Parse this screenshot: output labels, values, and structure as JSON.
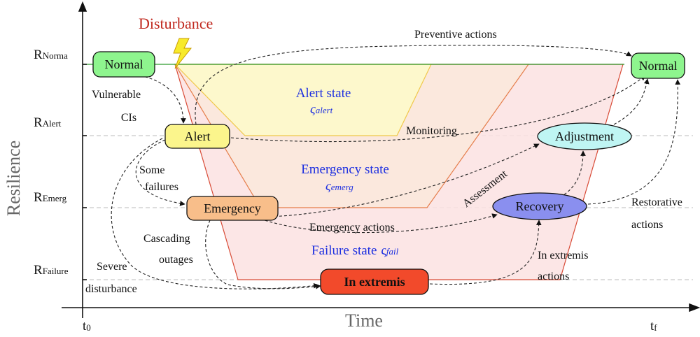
{
  "axes": {
    "y_title": "Resilience",
    "x_title": "Time",
    "t0": {
      "main": "t",
      "sub": "0"
    },
    "tf": {
      "main": "t",
      "sub": "f"
    }
  },
  "levels": [
    {
      "main": "R",
      "sub": "Norma"
    },
    {
      "main": "R",
      "sub": "Alert"
    },
    {
      "main": "R",
      "sub": "Emerg"
    },
    {
      "main": "R",
      "sub": "Failure"
    }
  ],
  "disturbance": "Disturbance",
  "states": {
    "alert": {
      "name": "Alert state",
      "symbol": "ς",
      "sub": "alert"
    },
    "emergency": {
      "name": "Emergency state",
      "symbol": "ς",
      "sub": "emerg"
    },
    "failure": {
      "name": "Failure  state",
      "symbol": "ς",
      "sub": "fail"
    }
  },
  "nodes": {
    "normal_left": "Normal",
    "normal_right": "Normal",
    "alert": "Alert",
    "emergency": "Emergency",
    "in_extremis": "In extremis",
    "adjustment": "Adjustment",
    "recovery": "Recovery"
  },
  "edge_labels": {
    "preventive": "Preventive actions",
    "vulnerable_1": "Vulnerable",
    "vulnerable_2": "CIs",
    "monitoring": "Monitoring",
    "some_failures_1": "Some",
    "some_failures_2": "failures",
    "assessment": "Assessment",
    "restorative_1": "Restorative",
    "restorative_2": "actions",
    "emergency_actions": "Emergency actions",
    "cascading_1": "Cascading",
    "cascading_2": "outages",
    "in_extremis_actions_1": "In extremis",
    "in_extremis_actions_2": "actions",
    "severe_1": "Severe",
    "severe_2": "disturbance"
  },
  "colors": {
    "normal_fill": "#8ef58e",
    "alert_fill": "#fbf58c",
    "emergency_fill": "#f8be8a",
    "in_extremis_fill": "#f24a2b",
    "adjustment_fill": "#bff5f3",
    "recovery_fill": "#8a8fef",
    "state_label": "#1d2fe0",
    "disturbance": "#c0281e"
  }
}
